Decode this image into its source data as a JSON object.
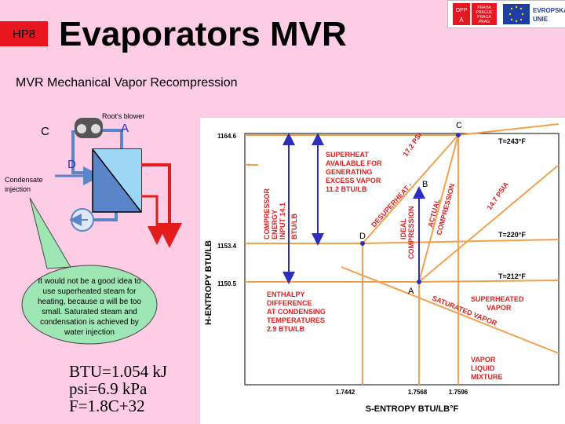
{
  "header": {
    "badge": "HP8",
    "title": "Evaporators MVR",
    "subtitle": "MVR Mechanical Vapor Recompression"
  },
  "logos": {
    "opp_lines": [
      "OPP",
      "A"
    ],
    "praha_lines": [
      "PRAHA",
      "PRAGUE",
      "PRAGA",
      "PRAG"
    ],
    "eu_lines": [
      "EVROPSKÁ",
      "UNIE"
    ]
  },
  "schematic": {
    "blower_label": "Root's blower",
    "label_c": "C",
    "label_a": "A",
    "label_d": "D",
    "condensate_label": [
      "Condensate",
      "injection"
    ],
    "callout_lines": [
      "It would not be a good idea to",
      "use superheated steam for",
      "heating, because α will be too",
      "small. Saturated steam and",
      "condensation is achieved by",
      "water injection"
    ]
  },
  "conversions": [
    "BTU=1.054 kJ",
    "psi=6.9 kPa",
    "F=1.8C+32"
  ],
  "chart": {
    "ylabel": "H-ENTROPY BTU/LB",
    "xlabel": "S-ENTROPY BTU/LB°F",
    "y_ticks": [
      "1164.6",
      "1153.4",
      "1150.5"
    ],
    "x_ticks": [
      "1.7442",
      "1.7568",
      "1.7596"
    ],
    "point_labels": {
      "A": "A",
      "B": "B",
      "C": "C",
      "D": "D"
    },
    "temp_labels": [
      "T=243°F",
      "T=220°F",
      "T=212°F"
    ],
    "psia_17": "17.2 PSI",
    "psia_14": "14.7 PSIA",
    "superheat_text": [
      "SUPERHEAT",
      "AVAILABLE FOR",
      "GENERATING",
      "EXCESS VAPOR",
      "11.2 BTU/LB"
    ],
    "compressor_text": [
      "COMPRESSOR",
      "ENERGY",
      "INPUT 14.1",
      "BTU/LB"
    ],
    "desuperheat_text": "DESUPERHEAT -",
    "ideal_text": [
      "IDEAL",
      "COMPRESSION"
    ],
    "actual_text": [
      "ACTUAL",
      "COMPRESSION"
    ],
    "enthalpy_text": [
      "ENTHALPY",
      "DIFFERENCE",
      "AT CONDENSING",
      "TEMPERATURES",
      "2.9 BTU/LB"
    ],
    "superheated_vapor": [
      "SUPERHEATED",
      "VAPOR"
    ],
    "saturated_vapor": "SATURATED VAPOR",
    "vapor_liquid": [
      "VAPOR",
      "LIQUID",
      "MIXTURE"
    ]
  },
  "colors": {
    "background": "#fccde5",
    "badge": "#e8161f",
    "chart_orange": "#f2a04e",
    "arrow_blue": "#2e2ebd",
    "text_red": "#e0201f",
    "pipe_red": "#e41c1c",
    "pipe_blue": "#5b85c9"
  }
}
